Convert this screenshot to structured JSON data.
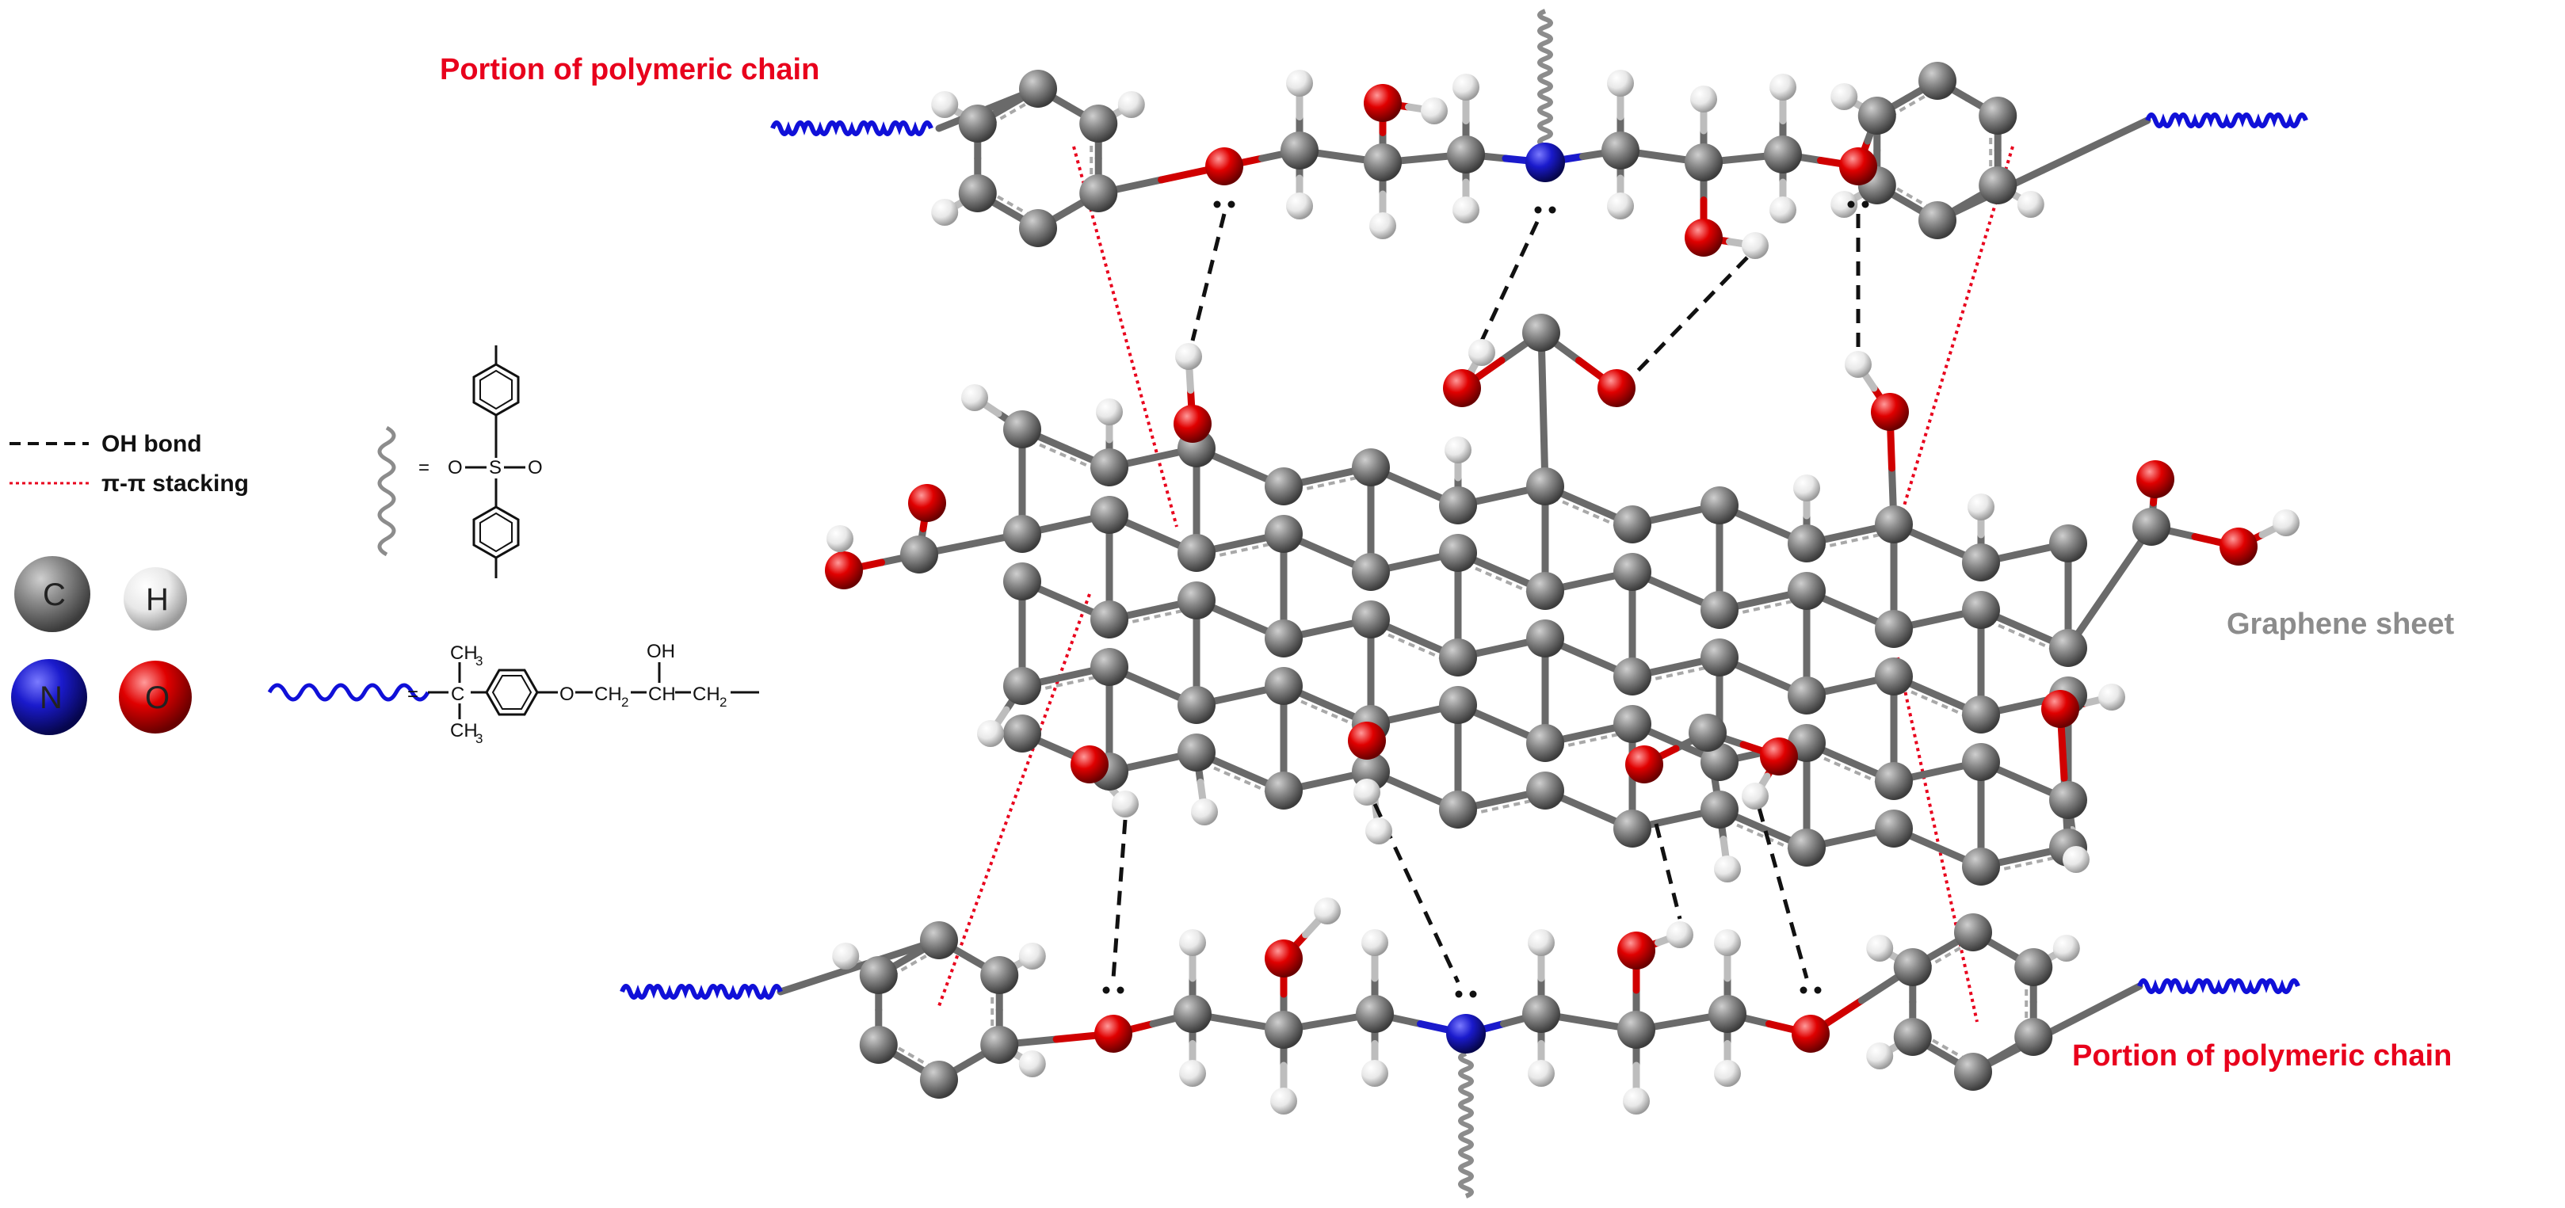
{
  "labels": {
    "chain_top": "Portion of polymeric chain",
    "chain_bottom": "Portion of polymeric chain",
    "graphene": "Graphene sheet"
  },
  "legend": {
    "oh_bond": "OH bond",
    "pi_stacking": "π-π stacking",
    "atoms": [
      {
        "symbol": "C",
        "color": "#6e6e6e"
      },
      {
        "symbol": "H",
        "color": "#e6e6e6"
      },
      {
        "symbol": "N",
        "color": "#1a1acc"
      },
      {
        "symbol": "O",
        "color": "#e00000"
      }
    ]
  },
  "structures": {
    "gray_wave": {
      "equals": "=",
      "top_o": "O",
      "sulfur": "S",
      "right_o": "O",
      "dash": "="
    },
    "blue_wave": {
      "equals": "=",
      "ch3_top": "CH",
      "ch3_top_sub": "3",
      "ch3_bottom": "CH",
      "ch3_bottom_sub": "3",
      "c_center": "C",
      "oxygen": "O",
      "ch2_a": "CH",
      "ch2_a_sub": "2",
      "oh": "OH",
      "ch": "CH",
      "ch2_b": "CH",
      "ch2_b_sub": "2"
    }
  },
  "colors": {
    "carbon": "#6e6e6e",
    "hydrogen": "#e6e6e6",
    "nitrogen": "#1a1acc",
    "oxygen": "#e00000",
    "wave_blue": "#1010d8",
    "wave_gray": "#8c8c8c",
    "label_red": "#e8001c",
    "label_gray": "#8c8c8c",
    "pi_line": "#e8001c",
    "oh_line": "#111111"
  }
}
